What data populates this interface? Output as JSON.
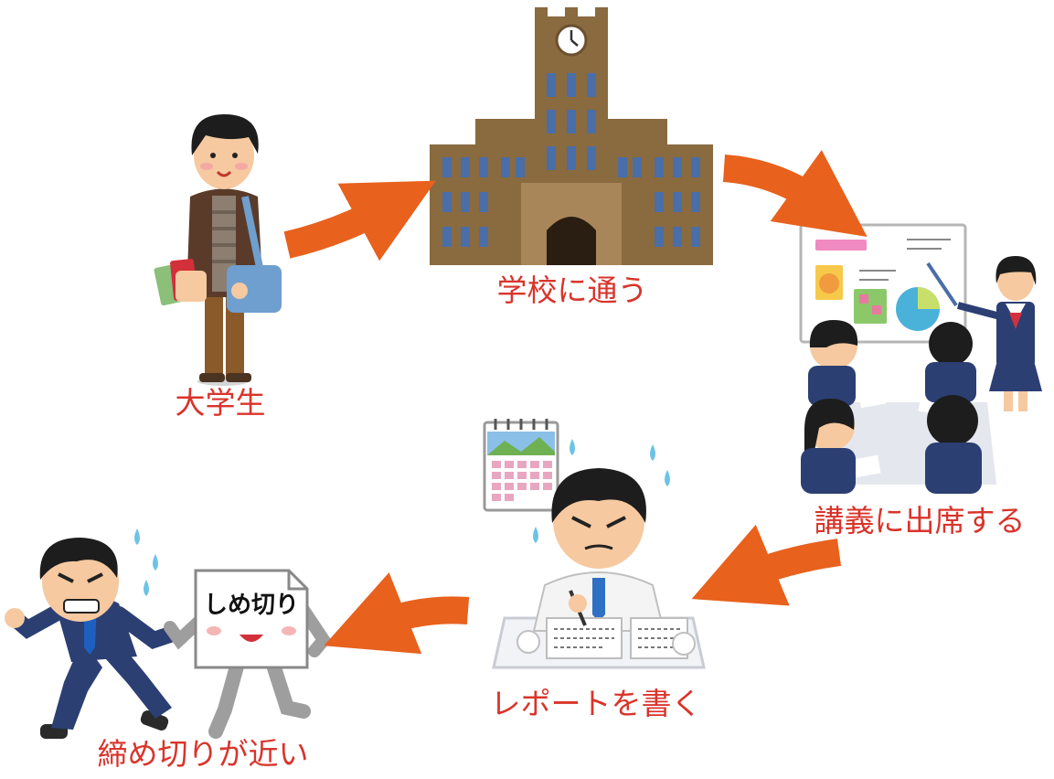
{
  "steps": [
    {
      "id": "student",
      "label": "大学生"
    },
    {
      "id": "school",
      "label": "学校に通う"
    },
    {
      "id": "lecture",
      "label": "講義に出席する"
    },
    {
      "id": "report",
      "label": "レポートを書く"
    },
    {
      "id": "deadline",
      "label": "締め切りが近い"
    }
  ],
  "deadline_sign": "しめ切り",
  "colors": {
    "arrow": "#e8611d",
    "label": "#d9342b",
    "building": "#8a6a3f",
    "suit": "#2c3f73"
  }
}
